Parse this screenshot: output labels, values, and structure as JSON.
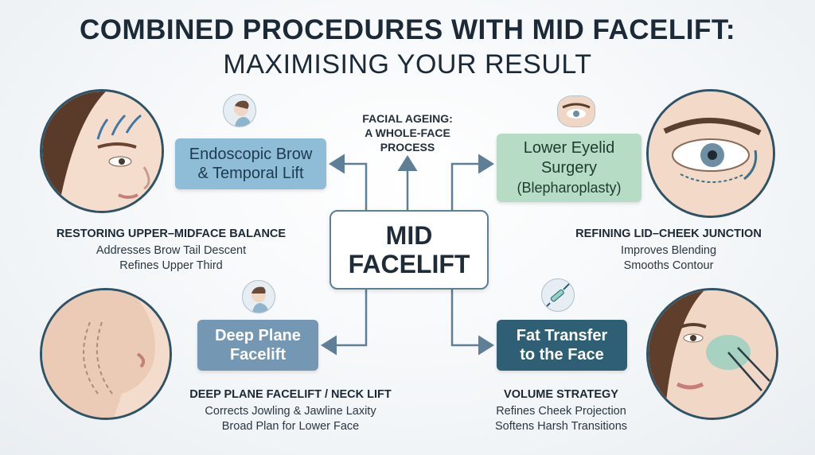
{
  "title": {
    "line1": "COMBINED PROCEDURES WITH MID FACELIFT:",
    "line2": "MAXIMISING YOUR RESULT"
  },
  "center": {
    "label": "MID\nFACELIFT"
  },
  "ageing_note": "FACIAL AGEING:\nA WHOLE-FACE\nPROCESS",
  "procedures": {
    "brow": {
      "label": "Endoscopic Brow\n& Temporal Lift",
      "color": "#8fbcd6"
    },
    "eyelid": {
      "label": "Lower Eyelid\nSurgery",
      "sub": "(Blepharoplasty)",
      "color": "#b6dcc6"
    },
    "deep_plane": {
      "label": "Deep Plane\nFacelift",
      "color": "#7498b4"
    },
    "fat_transfer": {
      "label": "Fat Transfer\nto the Face",
      "color": "#2f5f74"
    }
  },
  "blocks": {
    "top_left": {
      "heading": "RESTORING UPPER–MIDFACE BALANCE",
      "lines": [
        "Addresses Brow Tail Descent",
        "Refines Upper Third"
      ]
    },
    "top_right": {
      "heading": "REFINING LID–CHEEK JUNCTION",
      "lines": [
        "Improves Blending",
        "Smooths Contour"
      ]
    },
    "bottom_left": {
      "heading": "DEEP PLANE FACELIFT / NECK LIFT",
      "lines": [
        "Corrects Jowling & Jawline Laxity",
        "Broad Plan for Lower Face"
      ]
    },
    "bottom_right": {
      "heading": "VOLUME STRATEGY",
      "lines": [
        "Refines Cheek Projection",
        "Softens Harsh Transitions"
      ]
    }
  },
  "colors": {
    "connector": "#5e7f95",
    "portrait_ring": "#2f5366",
    "skin": "#f2dccd"
  }
}
